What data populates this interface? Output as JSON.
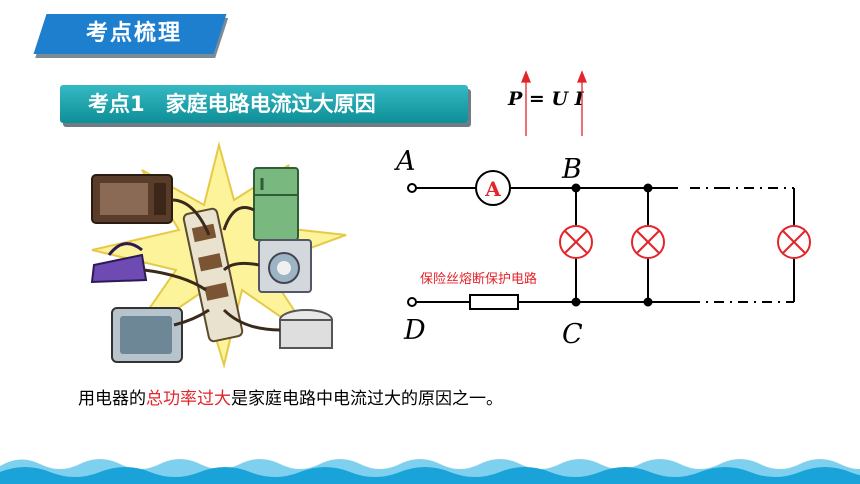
{
  "header": {
    "title": "考点梳理"
  },
  "section": {
    "title": "考点1　家庭电路电流过大原因"
  },
  "formula": {
    "text": "P = U I"
  },
  "circuit": {
    "label_a": "A",
    "label_b": "B",
    "label_c": "C",
    "label_d": "D",
    "ammeter": "A",
    "fuse_caption": "保险丝熔断保护电路"
  },
  "body_text": {
    "before": "用电器的",
    "highlight": "总功率过大",
    "after": "是家庭电路中电流过大的原因之一。"
  },
  "colors": {
    "header": "#1f7fcf",
    "section": "#14a0aa",
    "highlight": "#e3242b",
    "wave": "#1aa3d9"
  }
}
